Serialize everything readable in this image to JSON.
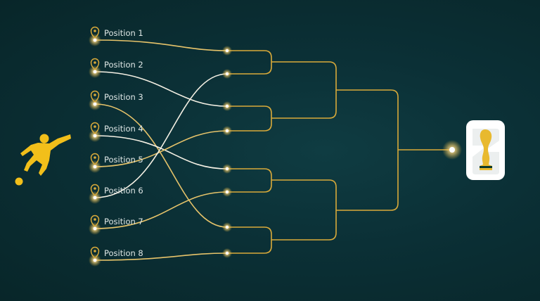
{
  "positions": [
    {
      "label": "Position 1"
    },
    {
      "label": "Position 2"
    },
    {
      "label": "Position 3"
    },
    {
      "label": "Position 4"
    },
    {
      "label": "Position 5"
    },
    {
      "label": "Position 6"
    },
    {
      "label": "Position 7"
    },
    {
      "label": "Position 8"
    }
  ],
  "colors": {
    "background": "#0b3036",
    "gold": "#e2b23a",
    "white_line": "#f3efe2",
    "label": "#dfe7e6",
    "player": "#f2bf1a",
    "trophy": "#e8b92e",
    "logo_bg": "#ffffff"
  },
  "icons": {
    "pin": "map-pin-icon",
    "player": "soccer-player-kicking-icon",
    "trophy": "world-cup-trophy-icon",
    "logo": "number-26-logo"
  },
  "logo": {
    "digits": "26"
  }
}
